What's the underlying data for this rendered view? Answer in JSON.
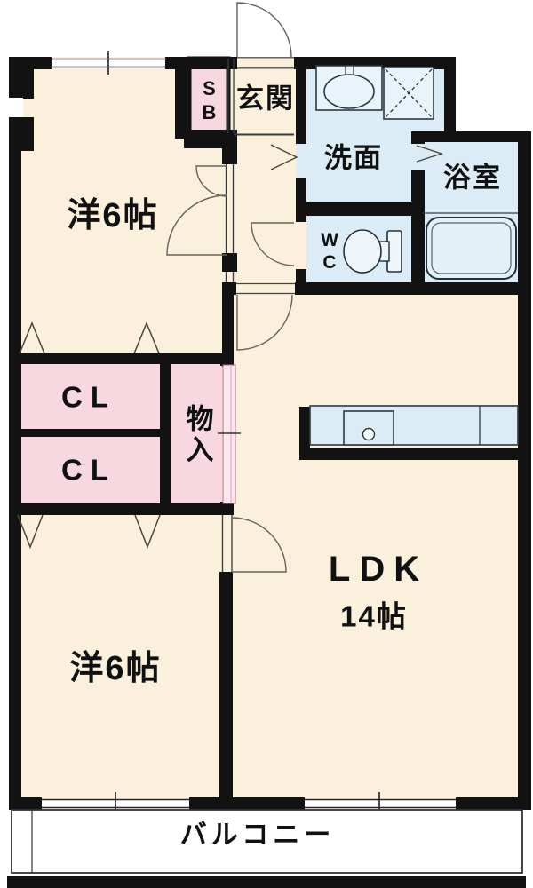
{
  "plan_type": "apartment-floor-plan",
  "rooms": {
    "western_top": "洋6帖",
    "western_bottom": "洋6帖",
    "ldk_name": "LDK",
    "ldk_size": "14帖",
    "entrance": "玄関",
    "washroom": "洗面",
    "bathroom": "浴室",
    "wc": "WC",
    "shoe_box": "SB",
    "closet_upper": "CL",
    "closet_lower": "CL",
    "storage": "物入",
    "balcony": "バルコニー"
  },
  "colors": {
    "room_fill": "#FAF0DB",
    "wet_fill": "#DBECF6",
    "closet_fill": "#F7D8E0",
    "closet_door_fill": "#FBE8EE",
    "wall": "#121212",
    "fixture_fill": "#E9F4FA"
  }
}
